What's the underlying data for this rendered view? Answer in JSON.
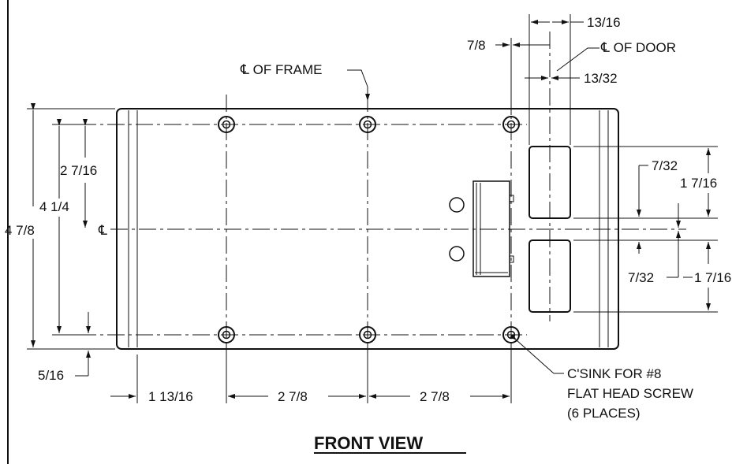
{
  "drawing": {
    "title": "FRONT VIEW",
    "centerline_frame": "℄ OF FRAME",
    "centerline_door": "℄ OF DOOR",
    "centerline_symbol": "℄",
    "dims": {
      "d_13_16": "13/16",
      "d_7_8": "7/8",
      "d_13_32": "13/32",
      "d_2_7_16": "2 7/16",
      "d_4_1_4": "4 1/4",
      "d_4_7_8": "4 7/8",
      "d_5_16": "5/16",
      "d_1_13_16": "1 13/16",
      "d_2_7_8_left": "2 7/8",
      "d_2_7_8_right": "2 7/8",
      "d_7_32_top": "7/32",
      "d_1_7_16_top": "1 7/16",
      "d_7_32_bottom": "7/32",
      "d_1_7_16_bottom": "1 7/16"
    },
    "note": {
      "line1": "C'SINK FOR #8",
      "line2": "FLAT HEAD SCREW",
      "line3": "(6 PLACES)"
    }
  }
}
